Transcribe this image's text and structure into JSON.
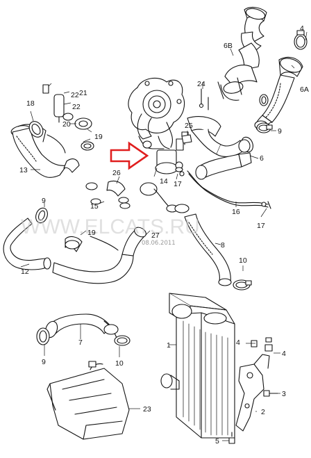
{
  "diagram": {
    "callout_labels": {
      "c1": "1",
      "c2": "2",
      "c3": "3",
      "c4": "4",
      "c5": "5",
      "c6": "6",
      "c6a": "6A",
      "c6b": "6B",
      "c7": "7",
      "c8": "8",
      "c9a": "9",
      "c9b": "9",
      "c9c": "9",
      "c10a": "10",
      "c10b": "10",
      "c12": "12",
      "c13": "13",
      "c14": "14",
      "c15": "15",
      "c16": "16",
      "c17a": "17",
      "c17b": "17",
      "c18": "18",
      "c19a": "19",
      "c19b": "19",
      "c20": "20",
      "c21": "21",
      "c22a": "22",
      "c22b": "22",
      "c23": "23",
      "c24": "24",
      "c25": "25",
      "c26": "26",
      "c27": "27"
    },
    "watermark": {
      "text": "WWW.ELCATS.RU",
      "date": "08.06.2011"
    },
    "highlight_color": "#e01e1e"
  }
}
